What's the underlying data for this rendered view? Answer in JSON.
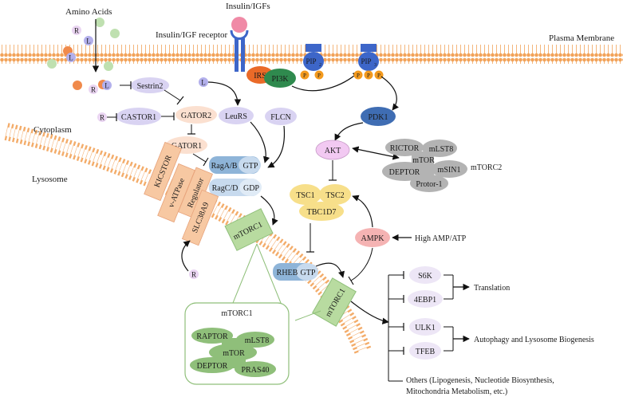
{
  "labels": {
    "amino_acids": "Amino Acids",
    "insulin": "Insulin/IGFs",
    "receptor": "Insulin/IGF receptor",
    "plasma_membrane": "Plasma Membrane",
    "cytoplasm": "Cytoplasm",
    "lysosome": "Lysosome",
    "high_amp": "High AMP/ATP",
    "translation": "Translation",
    "autophagy": "Autophagy and Lysosome Biogenesis",
    "others_line1": "Others (Lipogenesis, Nucleotide Biosynthesis,",
    "others_line2": "Mitochondria Metabolism, etc.)",
    "mtorc2_label": "mTORC2",
    "mtorc1_inset_label": "mTORC1"
  },
  "nodes": {
    "irs": "IRS",
    "pi3k": "PI3K",
    "pip2": "PIP",
    "pip2_sub": "2",
    "pip3": "PIP",
    "pip3_sub": "3",
    "p": "P",
    "pdk1": "PDK1",
    "akt": "AKT",
    "sestrin2": "Sestrin2",
    "castor1": "CASTOR1",
    "gator2": "GATOR2",
    "gator1": "GATOR1",
    "leurs": "LeuRS",
    "flcn": "FLCN",
    "raga": "RagA/B",
    "gtp": "GTP",
    "ragc": "RagC/D",
    "gdp": "GDP",
    "kicstor": "KICSTOR",
    "vatpase": "v-ATPase",
    "regulator": "Regulator",
    "slc38a9": "SLC38A9",
    "mtorc1": "mTORC1",
    "tsc1": "TSC1",
    "tsc2": "TSC2",
    "tbc1d7": "TBC1D7",
    "rheb": "RHEB",
    "ampk": "AMPK",
    "rictor": "RICTOR",
    "mlst8": "mLST8",
    "mtor": "mTOR",
    "deptor": "DEPTOR",
    "msin1": "mSIN1",
    "protor": "Protor-1",
    "raptor": "RAPTOR",
    "pras40": "PRAS40",
    "s6k": "S6K",
    "ebp1": "4EBP1",
    "ulk1": "ULK1",
    "tfeb": "TFEB",
    "r": "R",
    "l": "L"
  },
  "colors": {
    "membrane": "#f2a35a",
    "purple_node": "#d9d3f2",
    "green_box": "#b8dba0",
    "inset_green": "#8fbf7a",
    "peach": "#f7c8a2",
    "blue_rag": "#8eb4d8",
    "tsc_yellow": "#f7df8a",
    "ampk_pink": "#f5b3b3",
    "mtorc2_gray": "#b3b3b3",
    "pdk1_blue": "#3f6db3",
    "irs_orange": "#ea6a28",
    "pi3k_green": "#2f8a4e",
    "receptor_blue": "#3d66c9",
    "insulin_pink": "#f08aa6"
  }
}
